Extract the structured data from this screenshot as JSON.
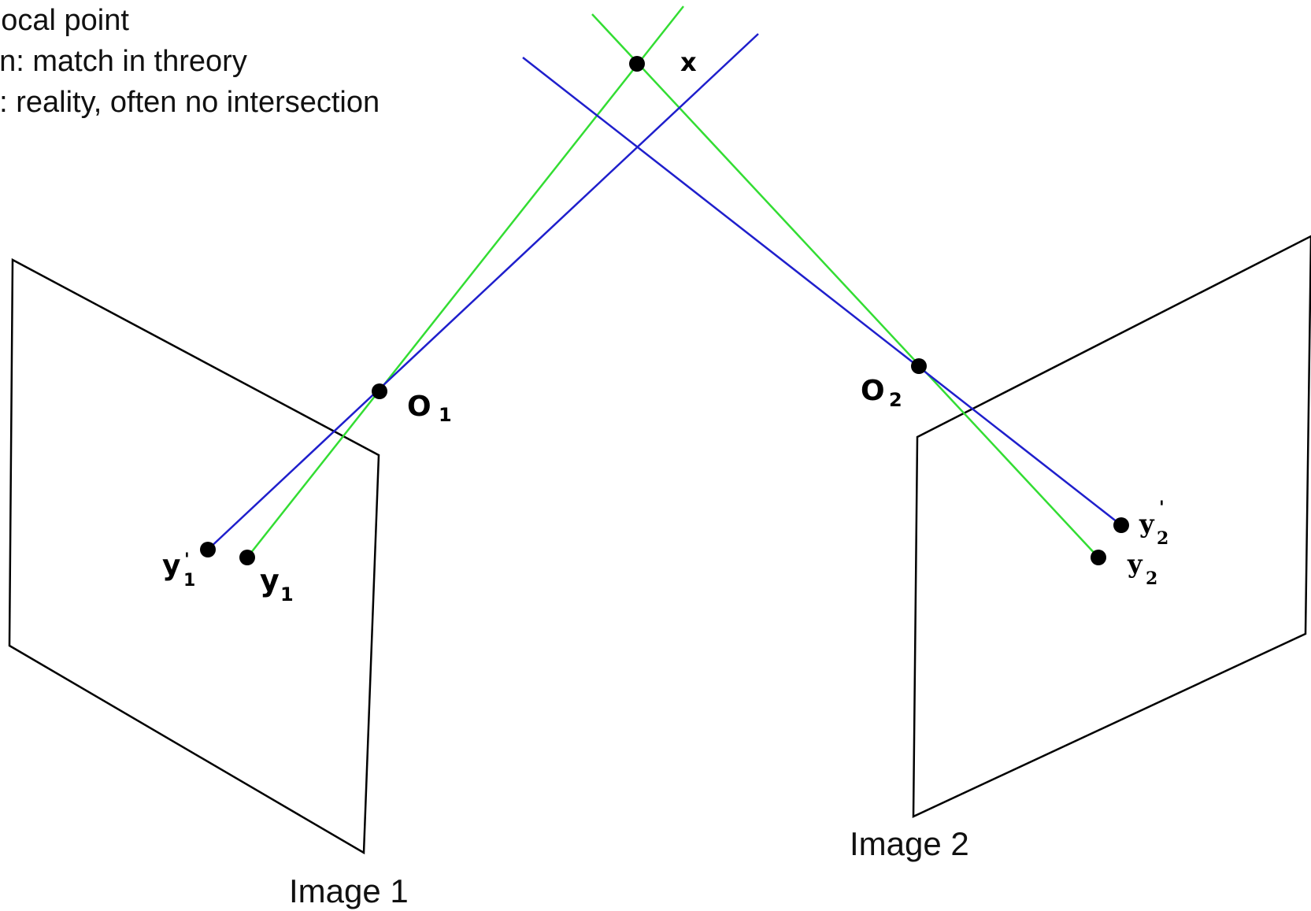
{
  "legend": {
    "line1": "Focal point",
    "line2": "en: match in threory",
    "line3": "e: reality, often no intersection"
  },
  "labels": {
    "x": "x",
    "o1_main": "O",
    "o1_sub": "1",
    "o2_main": "O",
    "o2_sub": "2",
    "y1p_main": "y",
    "y1p_sub": "1",
    "y1p_prime": "'",
    "y1_main": "y",
    "y1_sub": "1",
    "y2p_main": "y",
    "y2p_sub": "2",
    "y2p_prime": "'",
    "y2_main": "y",
    "y2_sub": "2"
  },
  "captions": {
    "image1": "Image 1",
    "image2": "Image 2"
  },
  "colors": {
    "green": "#33dd33",
    "blue": "#1f1fcc",
    "frame": "#000000"
  }
}
